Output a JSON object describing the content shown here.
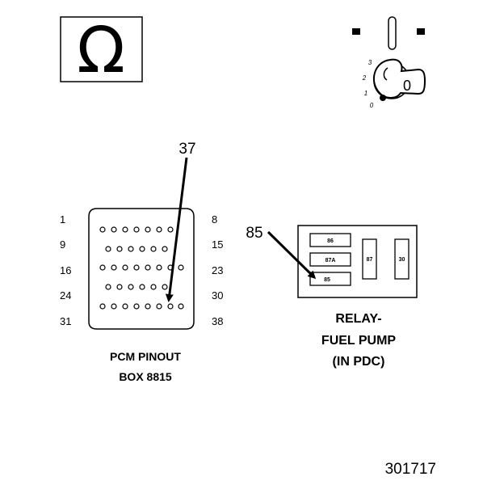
{
  "ohm_symbol": {
    "glyph": "Ω",
    "icon": "ohm-meter-icon"
  },
  "ignition": {
    "icon": "ignition-key-icon",
    "positions": [
      "3",
      "2",
      "1",
      "0"
    ],
    "key_label": "0"
  },
  "pcm_connector": {
    "callout": "37",
    "left_pins": [
      "1",
      "9",
      "16",
      "24",
      "31"
    ],
    "right_pins": [
      "8",
      "15",
      "23",
      "30",
      "38"
    ],
    "caption_line1": "PCM PINOUT",
    "caption_line2": "BOX 8815"
  },
  "relay": {
    "callout": "85",
    "terminals": [
      "86",
      "87A",
      "85",
      "87",
      "30"
    ],
    "caption_line1": "RELAY-",
    "caption_line2": "FUEL PUMP",
    "caption_line3": "(IN PDC)"
  },
  "figure_number": "301717"
}
